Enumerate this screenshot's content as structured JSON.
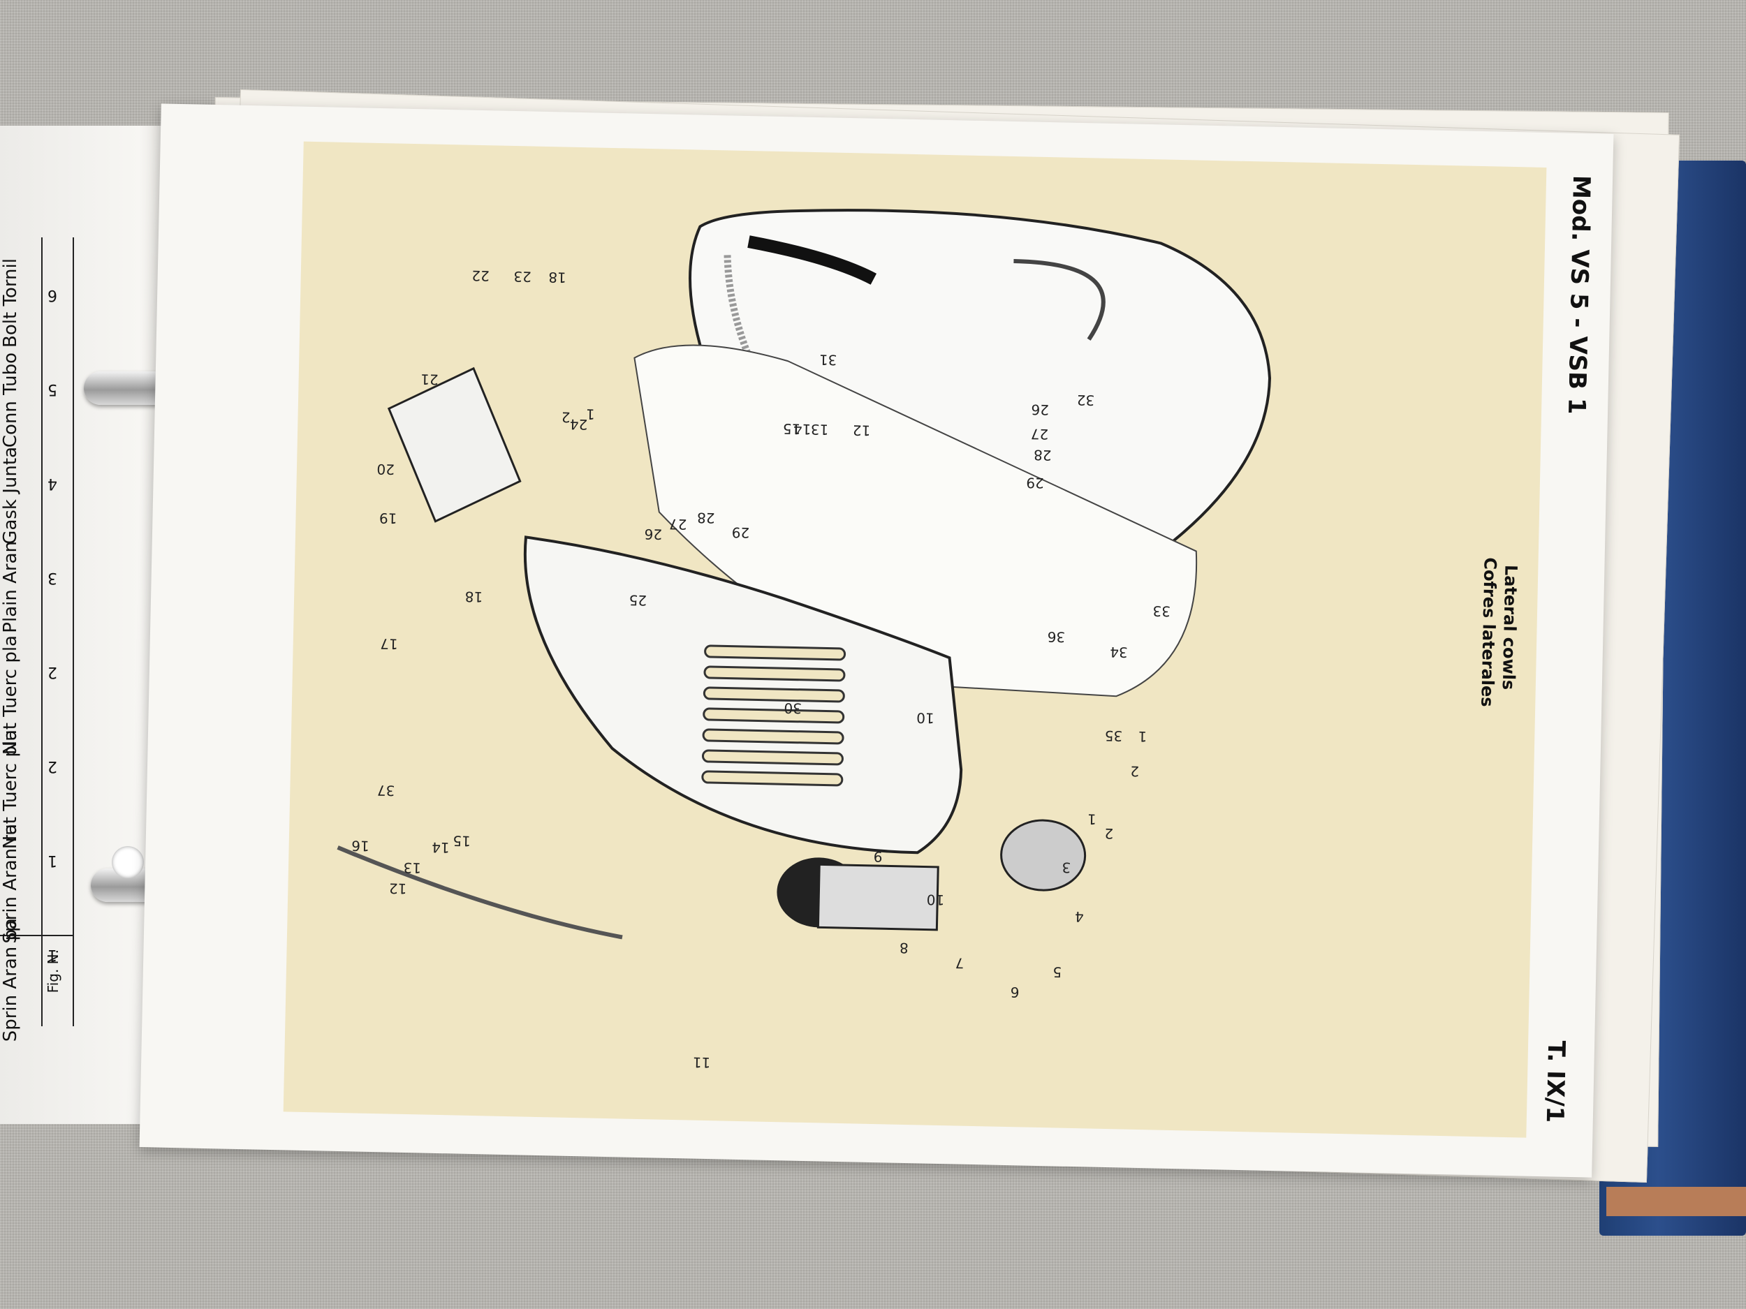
{
  "header": {
    "model": "Mod. VS 5 - VSB 1",
    "title_en": "Lateral cowls",
    "title_es": "Cofres laterales",
    "plate_ref": "T. IX/1"
  },
  "left_table": {
    "header_fig": "Fig. N.",
    "rows": [
      {
        "n": "6",
        "text": "Bolt",
        "text2": "Tornil"
      },
      {
        "n": "5",
        "text": "Conn",
        "text2": "Tubo"
      },
      {
        "n": "4",
        "text": "Gask",
        "text2": "Junta"
      },
      {
        "n": "3",
        "text": "Plain",
        "text2": "Aran"
      },
      {
        "n": "2",
        "text": "Nut",
        "text2": "Tuerc pla"
      },
      {
        "n": "2",
        "text": "Nut",
        "text2": "Tuerc pla"
      },
      {
        "n": "1",
        "text": "Sprin",
        "text2": "Aran ra"
      },
      {
        "n": "1",
        "text": "Sprin",
        "text2": "Aran pa"
      }
    ]
  },
  "callouts": [
    "22",
    "23",
    "18",
    "21",
    "20",
    "2",
    "1",
    "24",
    "19",
    "29",
    "28",
    "27",
    "26",
    "25",
    "18",
    "17",
    "37",
    "16",
    "15",
    "14",
    "13",
    "12",
    "11",
    "10",
    "30",
    "9",
    "8",
    "7",
    "6",
    "5",
    "4",
    "3",
    "2",
    "1",
    "35",
    "34",
    "33",
    "36",
    "29",
    "28",
    "27",
    "26",
    "32",
    "31",
    "15",
    "14",
    "13",
    "12",
    "10",
    "1",
    "2"
  ]
}
